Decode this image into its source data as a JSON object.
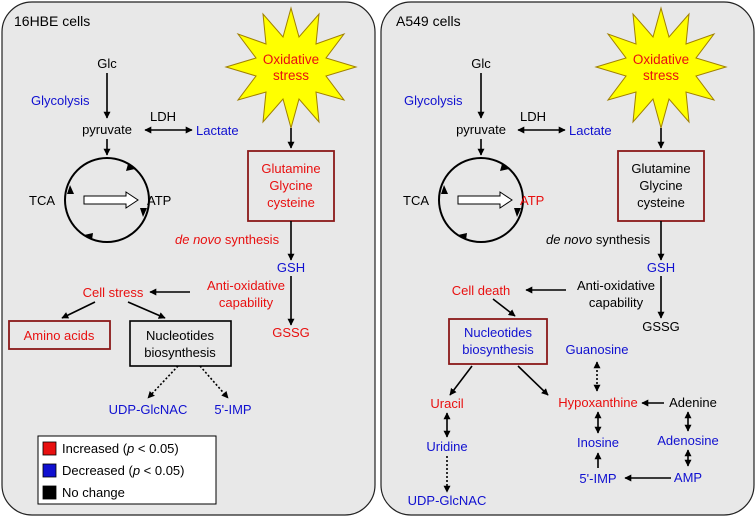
{
  "colors": {
    "increased": "#e81010",
    "decreased": "#1010d0",
    "no_change": "#000000",
    "panel_bg": "#e8e8e8",
    "box_border": "#8b1a1a",
    "star_fill": "#ffff00"
  },
  "panel_left": {
    "title": "16HBE cells",
    "star_l1": "Oxidative",
    "star_l2": "stress",
    "glc": "Glc",
    "glycolysis": "Glycolysis",
    "ldh": "LDH",
    "pyruvate": "pyruvate",
    "lactate": "Lactate",
    "tca": "TCA",
    "atp": "ATP",
    "box_l1": "Glutamine",
    "box_l2": "Glycine",
    "box_l3": "cysteine",
    "denovo_italic": "de novo",
    "denovo_rest": " synthesis",
    "gsh": "GSH",
    "antiox_l1": "Anti-oxidative",
    "antiox_l2": "capability",
    "gssg": "GSSG",
    "cellstate": "Cell stress",
    "amino": "Amino acids",
    "nuc_l1": "Nucleotides",
    "nuc_l2": "biosynthesis",
    "udp": "UDP-GlcNAC",
    "imp": "5'-IMP"
  },
  "panel_right": {
    "title": "A549 cells",
    "star_l1": "Oxidative",
    "star_l2": "stress",
    "glc": "Glc",
    "glycolysis": "Glycolysis",
    "ldh": "LDH",
    "pyruvate": "pyruvate",
    "lactate": "Lactate",
    "tca": "TCA",
    "atp": "ATP",
    "box_l1": "Glutamine",
    "box_l2": "Glycine",
    "box_l3": "cysteine",
    "denovo_italic": "de novo",
    "denovo_rest": " synthesis",
    "gsh": "GSH",
    "antiox_l1": "Anti-oxidative",
    "antiox_l2": "capability",
    "gssg": "GSSG",
    "cellstate": "Cell death",
    "nuc_l1": "Nucleotides",
    "nuc_l2": "biosynthesis",
    "guanosine": "Guanosine",
    "uracil": "Uracil",
    "hypoxanthine": "Hypoxanthine",
    "adenine": "Adenine",
    "uridine": "Uridine",
    "inosine": "Inosine",
    "adenosine": "Adenosine",
    "udp": "UDP-GlcNAC",
    "imp": "5'-IMP",
    "amp": "AMP"
  },
  "legend": {
    "increased": "Increased (",
    "decreased": "Decreased (",
    "p_italic": "p",
    "p_rest": " < 0.05)",
    "no_change": "No change"
  }
}
